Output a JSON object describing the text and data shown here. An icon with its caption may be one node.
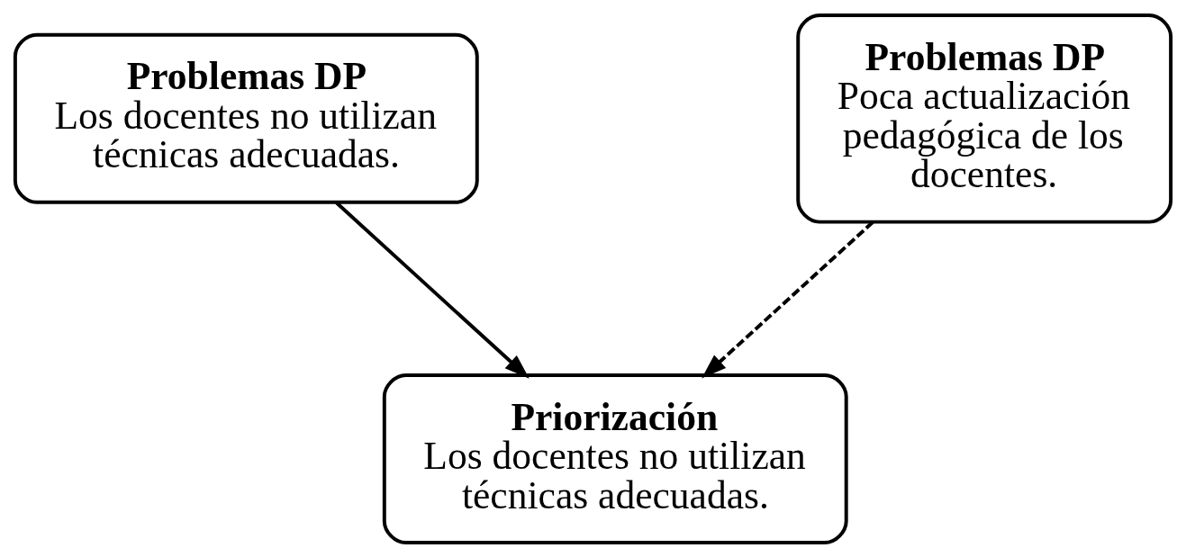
{
  "diagram": {
    "nodes": [
      {
        "text": [
          "Problemas DP",
          "Los docentes no utilizan técnicas adecuadas."
        ]
      },
      {
        "text": [
          "Problemas DP",
          "Poca actualización pedagógica de los docentes."
        ]
      },
      {
        "text": [
          "Priorización",
          "Los docentes no utilizan técnicas adecuadas."
        ]
      }
    ],
    "edges": [
      {
        "from": 0,
        "to": 2,
        "arrow": "to"
      },
      {
        "from": 1,
        "to": 2,
        "arrow": "to",
        "style": "dashed"
      }
    ]
  }
}
